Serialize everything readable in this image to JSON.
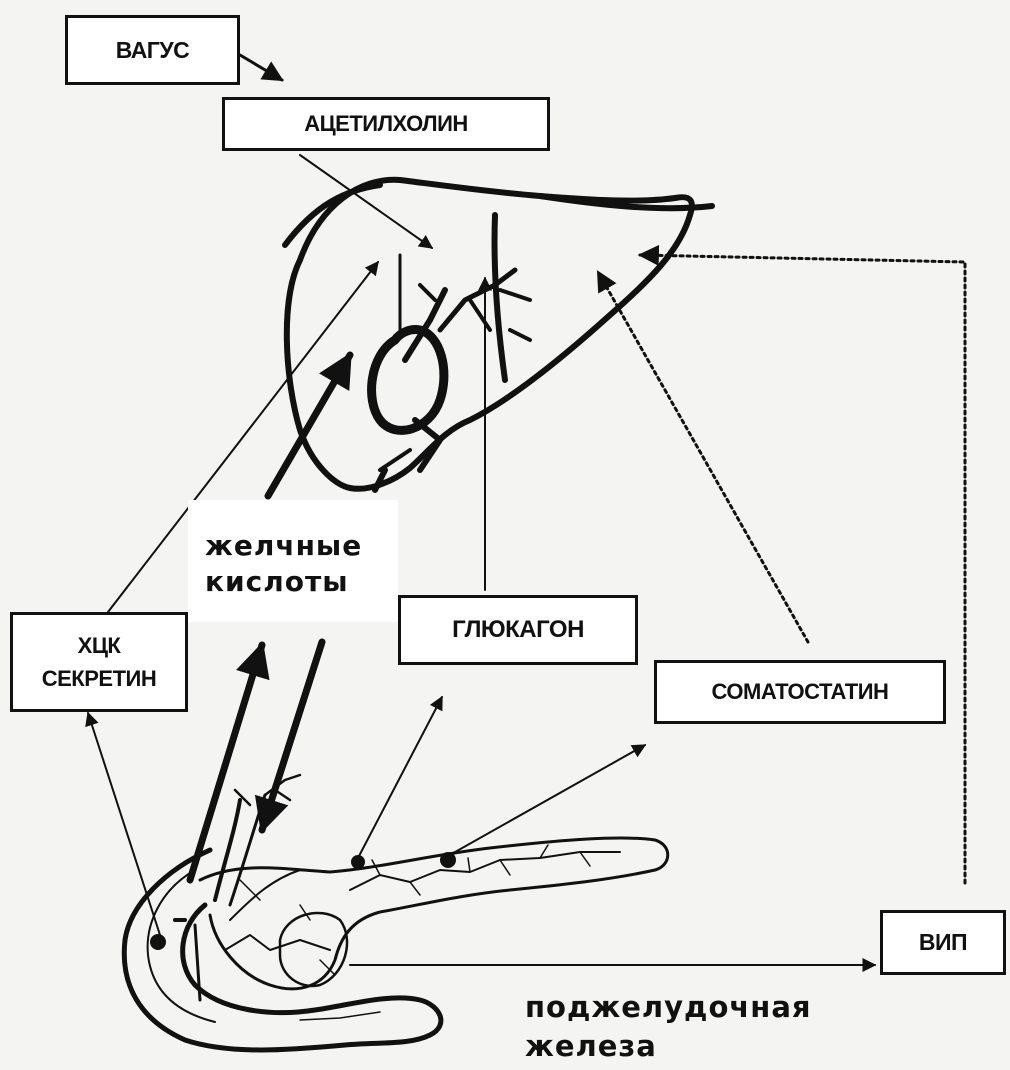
{
  "labels": {
    "vagus": "ВАГУС",
    "acetylcholine": "АЦЕТИЛХОЛИН",
    "cck": "ХЦК",
    "secretin": "СЕКРЕТИН",
    "glucagon": "ГЛЮКАГОН",
    "somatostatin": "СОМАТОСТАТИН",
    "vip": "ВИП",
    "bile_acids_line1": "желчные",
    "bile_acids_line2": "кислоты",
    "pancreas_line1": "поджелудочная",
    "pancreas_line2": "железа"
  },
  "colors": {
    "ink": "#111111",
    "paper": "#f4f4f2",
    "box_fill": "#ffffff"
  }
}
